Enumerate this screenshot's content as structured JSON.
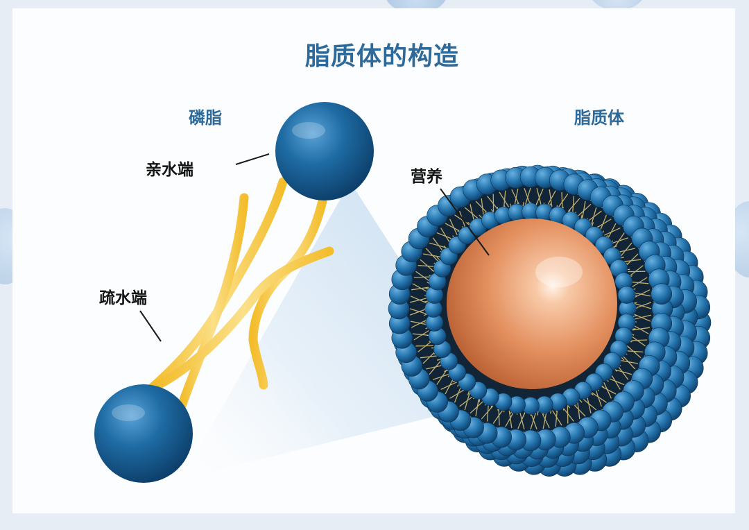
{
  "title": "脂质体的构造",
  "phospholipid": {
    "heading": "磷脂",
    "hydrophilic_end": "亲水端",
    "hydrophobic_end": "疏水端"
  },
  "liposome": {
    "heading": "脂质体",
    "nutrient": "营养"
  },
  "colors": {
    "title_blue": "#2d6a99",
    "sphere_blue": "#1e6ba3",
    "tail_yellow": "#f6c94a",
    "core_orange": "#e38f5e"
  }
}
